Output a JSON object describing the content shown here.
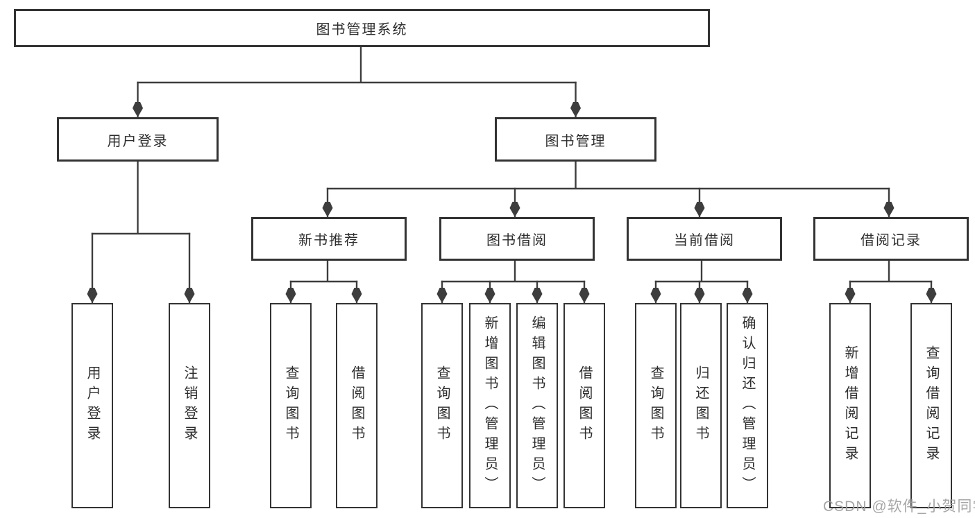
{
  "tree": {
    "label": "图书管理系统",
    "children": [
      {
        "label": "用户登录",
        "children": [
          {
            "label": "用户登录"
          },
          {
            "label": "注销登录"
          }
        ]
      },
      {
        "label": "图书管理",
        "children": [
          {
            "label": "新书推荐",
            "children": [
              {
                "label": "查询图书"
              },
              {
                "label": "借阅图书"
              }
            ]
          },
          {
            "label": "图书借阅",
            "children": [
              {
                "label": "查询图书"
              },
              {
                "label": "新增图书（管理员）"
              },
              {
                "label": "编辑图书（管理员）"
              },
              {
                "label": "借阅图书"
              }
            ]
          },
          {
            "label": "当前借阅",
            "children": [
              {
                "label": "查询图书"
              },
              {
                "label": "归还图书"
              },
              {
                "label": "确认归还（管理员）"
              }
            ]
          },
          {
            "label": "借阅记录",
            "children": [
              {
                "label": "新增借阅记录"
              },
              {
                "label": "查询借阅记录"
              }
            ]
          }
        ]
      }
    ]
  },
  "watermark": {
    "text": "CSDN @软件_小贺同学"
  },
  "colors": {
    "line": "#3d3d3d",
    "box_border": "#333333",
    "text": "#2d2d2d",
    "watermark": "#9e9e9e",
    "background": "#ffffff"
  }
}
